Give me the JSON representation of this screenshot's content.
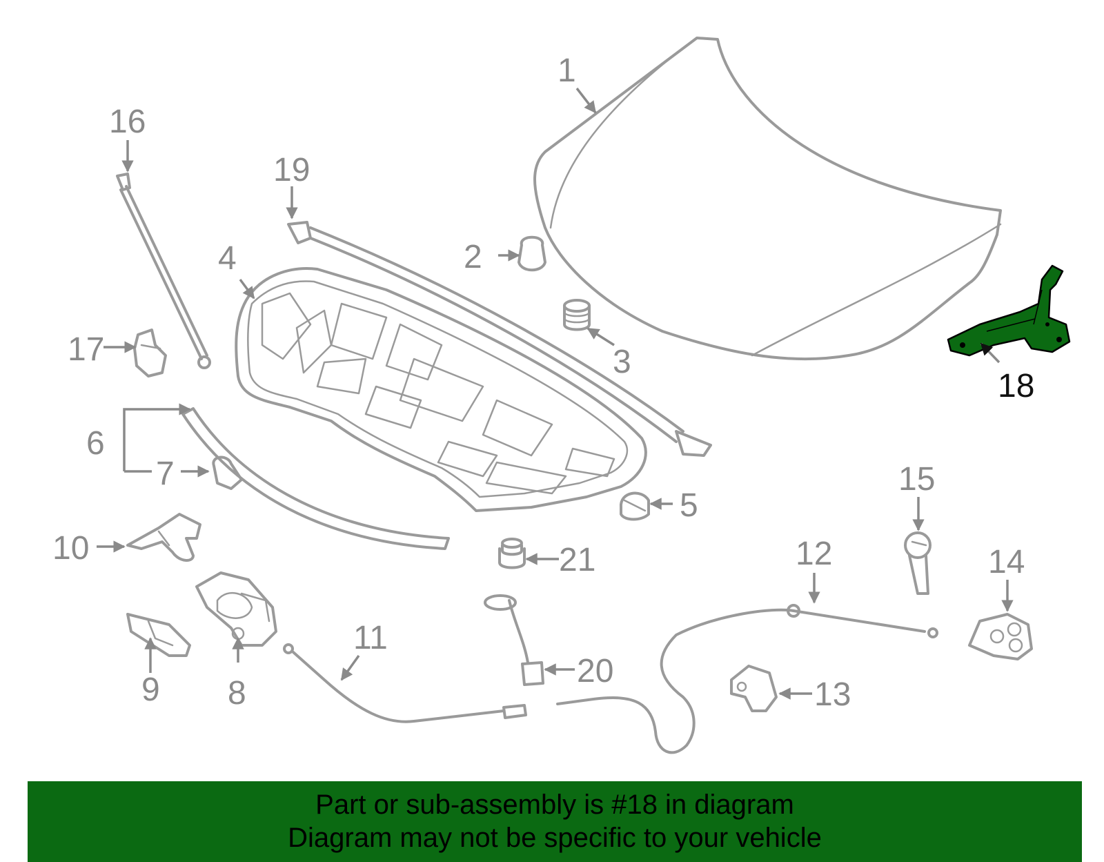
{
  "diagram": {
    "highlight_part": "18",
    "highlight_color": "#0b6a12",
    "line_color": "#9a9a9a",
    "callouts": {
      "c1": "1",
      "c2": "2",
      "c3": "3",
      "c4": "4",
      "c5": "5",
      "c6": "6",
      "c7": "7",
      "c8": "8",
      "c9": "9",
      "c10": "10",
      "c11": "11",
      "c12": "12",
      "c13": "13",
      "c14": "14",
      "c15": "15",
      "c16": "16",
      "c17": "17",
      "c18": "18",
      "c19": "19",
      "c20": "20",
      "c21": "21"
    }
  },
  "banner": {
    "background": "#0b6a12",
    "line1": "Part or sub-assembly is #18 in diagram",
    "line2": "Diagram may not be specific to your vehicle"
  }
}
